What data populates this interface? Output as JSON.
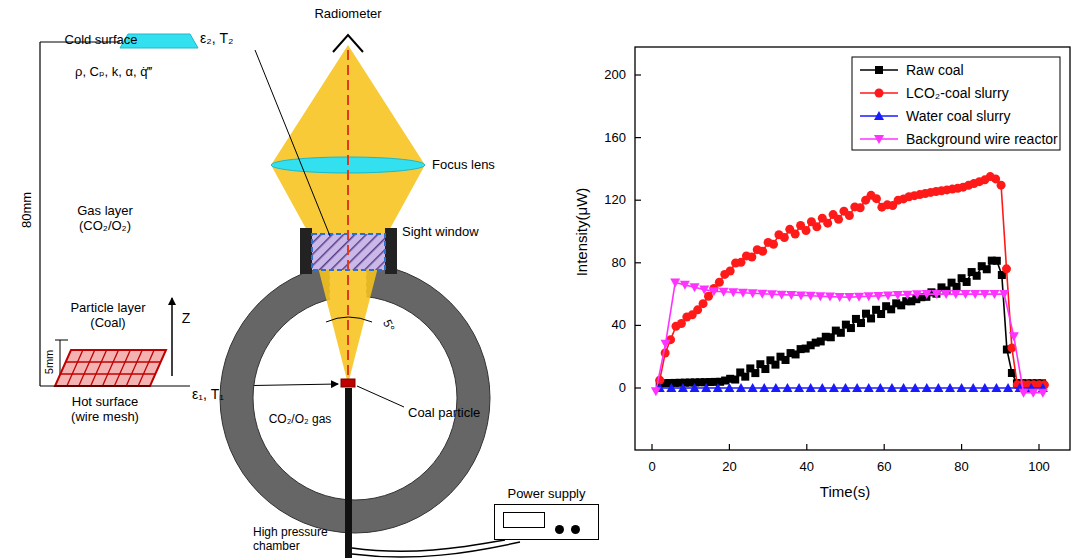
{
  "diagram": {
    "nodes": [
      {
        "text": [
          "Power supply"
        ]
      }
    ],
    "labels": [
      "Radiometer",
      "Cold surface",
      "ε₂, T₂",
      "Focus lens",
      "Sight window",
      "ρ, Cₚ, k, α, q̇‴",
      "Gas layer (CO₂/O₂)",
      "80mm",
      "5mm",
      "Particle layer (Coal)",
      "Z",
      "Hot surface (wire mesh)",
      "ε₁, T₁",
      "5°",
      "CO₂/O₂ gas",
      "Coal particle",
      "High pressure chamber",
      "200",
      "160",
      "120",
      "80",
      "40",
      "0",
      "0",
      "20",
      "40",
      "60",
      "80",
      "100",
      "Intensity(μW)",
      "Time(s)"
    ],
    "legend": [
      {
        "text": "Raw coal"
      },
      {
        "text": "LCO₂-coal slurry"
      },
      {
        "text": "Water coal slurry"
      },
      {
        "text": "Background wire reactor"
      }
    ]
  }
}
